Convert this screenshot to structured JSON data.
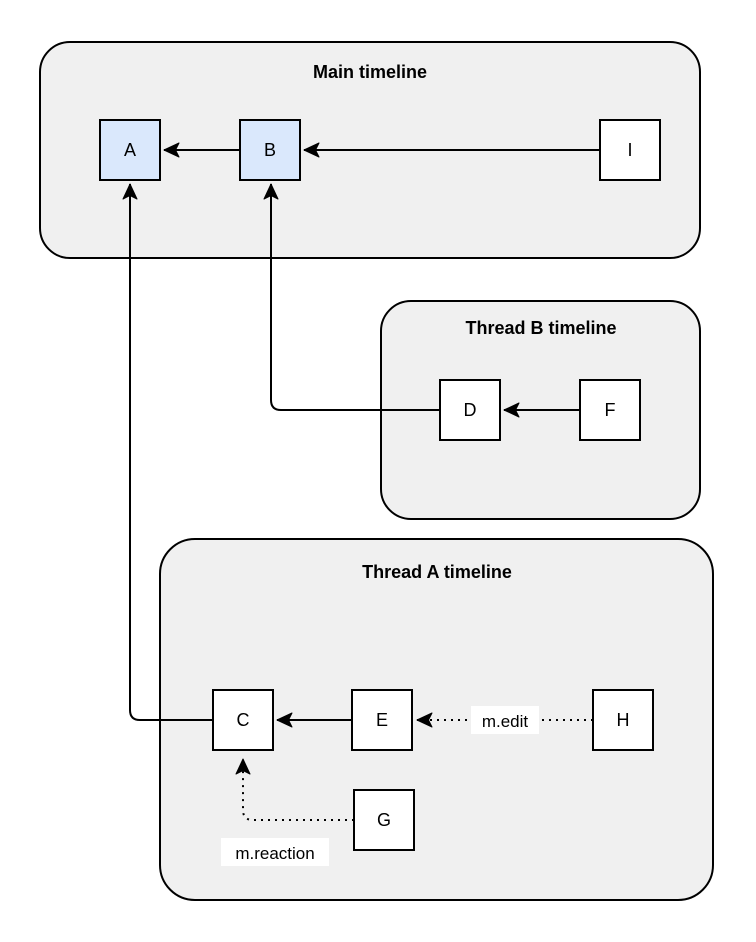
{
  "diagram": {
    "type": "event-graph",
    "containers": {
      "main": {
        "title": "Main timeline"
      },
      "thread_b": {
        "title": "Thread B timeline"
      },
      "thread_a": {
        "title": "Thread A timeline"
      }
    },
    "nodes": {
      "A": {
        "label": "A",
        "highlighted": true,
        "container": "Main timeline"
      },
      "B": {
        "label": "B",
        "highlighted": true,
        "container": "Main timeline"
      },
      "I": {
        "label": "I",
        "highlighted": false,
        "container": "Main timeline"
      },
      "D": {
        "label": "D",
        "highlighted": false,
        "container": "Thread B timeline"
      },
      "F": {
        "label": "F",
        "highlighted": false,
        "container": "Thread B timeline"
      },
      "C": {
        "label": "C",
        "highlighted": false,
        "container": "Thread A timeline"
      },
      "E": {
        "label": "E",
        "highlighted": false,
        "container": "Thread A timeline"
      },
      "H": {
        "label": "H",
        "highlighted": false,
        "container": "Thread A timeline"
      },
      "G": {
        "label": "G",
        "highlighted": false,
        "container": "Thread A timeline"
      }
    },
    "edges": [
      {
        "from": "I",
        "to": "B",
        "style": "solid",
        "label": ""
      },
      {
        "from": "B",
        "to": "A",
        "style": "solid",
        "label": ""
      },
      {
        "from": "F",
        "to": "D",
        "style": "solid",
        "label": ""
      },
      {
        "from": "D",
        "to": "B",
        "style": "solid",
        "label": ""
      },
      {
        "from": "E",
        "to": "C",
        "style": "solid",
        "label": ""
      },
      {
        "from": "C",
        "to": "A",
        "style": "solid",
        "label": ""
      },
      {
        "from": "H",
        "to": "E",
        "style": "dotted",
        "label": "m.edit"
      },
      {
        "from": "G",
        "to": "C",
        "style": "dotted",
        "label": "m.reaction"
      }
    ],
    "edge_labels": {
      "edit": "m.edit",
      "reaction": "m.reaction"
    },
    "colors": {
      "background": "#ffffff",
      "container_fill": "#f0f0f0",
      "container_stroke": "#000000",
      "node_fill": "#ffffff",
      "node_highlight_fill": "#dae8fc",
      "node_stroke": "#000000",
      "edge_color": "#000000",
      "edge_label_background": "#ffffff"
    }
  }
}
